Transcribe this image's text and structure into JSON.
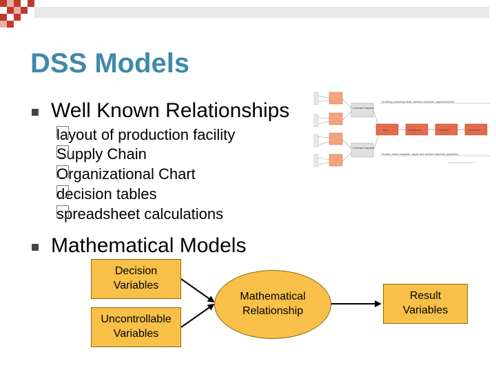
{
  "title": "DSS Models",
  "bullets": [
    {
      "label": "Well Known Relationships",
      "subitems": [
        "layout of production facility",
        "Supply Chain",
        "Organizational Chart",
        "decision tables",
        "spreadsheet calculations"
      ]
    },
    {
      "label": "Mathematical Models"
    }
  ],
  "diagram": {
    "decision_variables": "Decision Variables",
    "uncontrollable_variables": "Uncontrollable Variables",
    "mathematical_relationship": "Mathematical Relationship",
    "result_variables": "Result Variables"
  },
  "supply_chain_image": {
    "top_label": "Contract Supplier",
    "bottom_label": "Contract Supplier",
    "chain": [
      "Mfg",
      "Distributor",
      "Retailer",
      "Customer"
    ],
    "flow_top": "Ordering, inventory level, delivery schedule, payment terms",
    "flow_bottom": "Orders, return requests, repair and service requests, payments"
  },
  "colors": {
    "title": "#3e8aa8",
    "box_fill": "#f8c048",
    "chain_fill": "#e36a4a",
    "deco_red": "#c0392b"
  }
}
